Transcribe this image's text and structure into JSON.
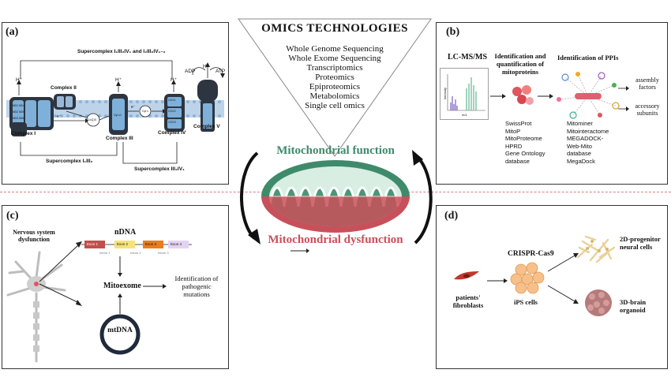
{
  "center": {
    "title": "OMICS TECHNOLOGIES",
    "items": [
      "Whole Genome Sequencing",
      "Whole Exome Sequencing",
      "Transcriptomics",
      "Proteomics",
      "Epiproteomics",
      "Metabolomics",
      "Single cell omics"
    ],
    "function_label": "Mitochondrial function",
    "dysfunction_label": "Mitochondrial dysfunction"
  },
  "panel_a": {
    "label": "(a)",
    "supercomplex_top": "Supercomplex I₁III₂IV₁ and I₂III₂IV₁₋₂",
    "supercomplex_bottom_left": "Supercomplex I₁III₂",
    "supercomplex_bottom_right": "Supercomplex III₂IV₁",
    "complex_1": "Complex I",
    "complex_2": "Complex II",
    "complex_3": "Complex III",
    "complex_4": "Complex IV",
    "complex_5": "Complex V",
    "h_plus": "H⁺",
    "adp": "ADP",
    "atp": "ATP",
    "ubiq": "CoQ10",
    "cytc": "Cyt c",
    "cyt_c1": "Cyt c1",
    "cox_1": "COX1",
    "cox_2": "COX2",
    "cox_3": "COX3",
    "nd_1": "ND1 ND4",
    "nd_2": "ND2 ND5",
    "nd_3": "ND3 ND6",
    "small_1": "e⁻",
    "small_2": "e⁻"
  },
  "panel_b": {
    "label": "(b)",
    "lcms": "LC-MS/MS",
    "ident_quant": "Identification and quantification of mitoproteins",
    "ident_ppi": "Identification of PPIs",
    "assembly": "assembly factors",
    "accessory": "accessory subunits",
    "chart_x": "m/z",
    "chart_y": "Intensity",
    "db_left": [
      "SwissProt",
      "MitoP",
      "MitoProteome",
      "HPRD",
      "Gene Ontology",
      "database"
    ],
    "db_right": [
      "Mitominer",
      "Mitointeractome",
      "MEGADOCK-",
      "Web-Mito",
      "database",
      "MegaDock"
    ]
  },
  "panel_c": {
    "label": "(c)",
    "nervous": "Nervous system dysfunction",
    "ndna": "nDNA",
    "exons": [
      "Exon 1",
      "Exon 2",
      "Exon 3",
      "Exon 4"
    ],
    "introns": [
      "Intron 1",
      "Intron 2",
      "Intron 3"
    ],
    "mitoexome": "Mitoexome",
    "identification": "Identification of pathogenic mutations",
    "mtdna": "mtDNA"
  },
  "panel_d": {
    "label": "(d)",
    "crispr": "CRISPR-Cas9",
    "fibroblasts": "patients' fibroblasts",
    "ips": "iPS cells",
    "neural": "2D-progenitor neural cells",
    "organoid": "3D-brain organoid"
  },
  "colors": {
    "outer_membrane_top": "#3f8a6a",
    "outer_membrane_bottom": "#c8505a",
    "matrix_green": "#d8eee3",
    "matrix_red": "#f6d3d6",
    "function_text": "#3f8a6a",
    "dysfunction_text": "#c8505a",
    "divider": "#e07a88"
  }
}
